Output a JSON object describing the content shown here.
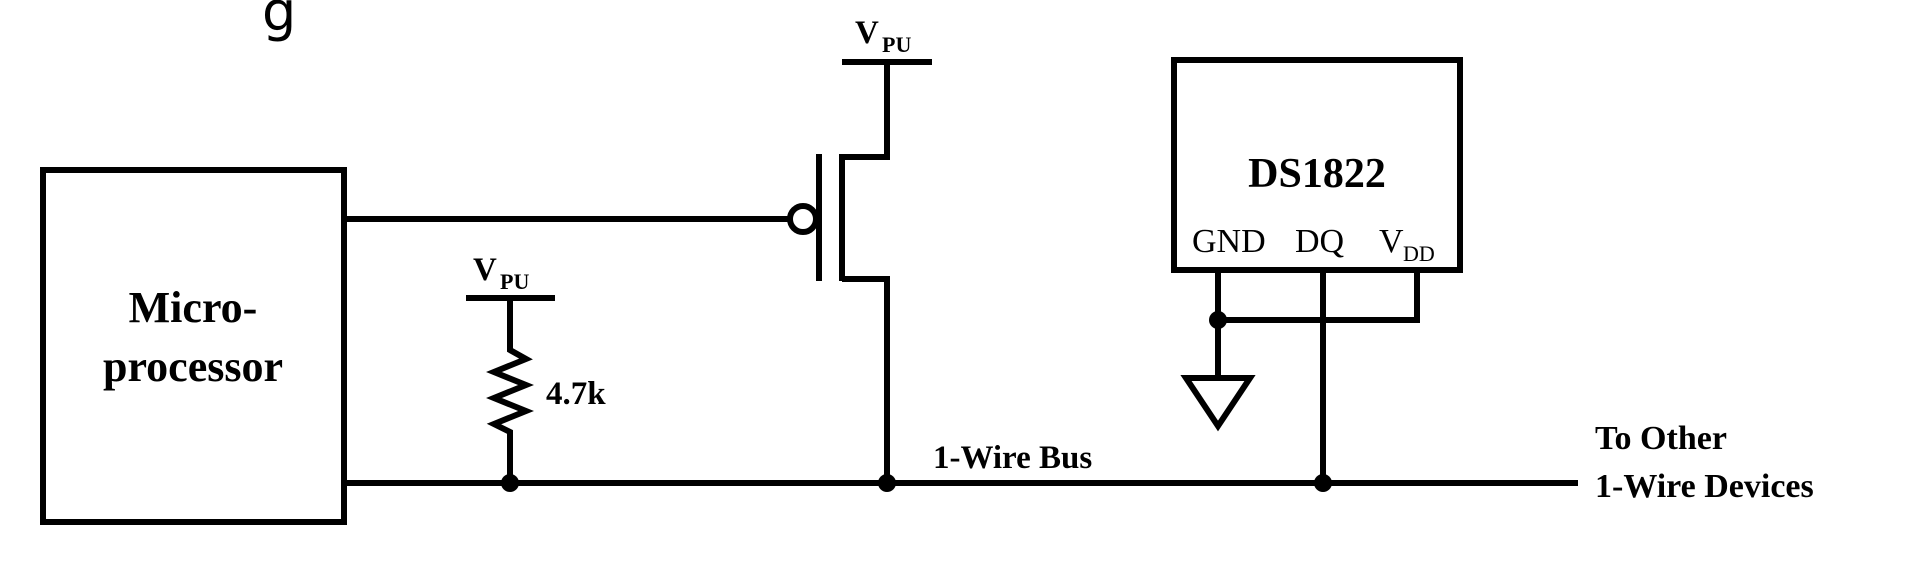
{
  "partial_header_glyph": "g",
  "microprocessor": {
    "line1": "Micro-",
    "line2": "processor"
  },
  "pullup_rail_resistor": {
    "v_main": "V",
    "v_sub": "PU"
  },
  "pullup_rail_transistor": {
    "v_main": "V",
    "v_sub": "PU"
  },
  "resistor": {
    "value": "4.7k"
  },
  "bus": {
    "label": "1-Wire Bus"
  },
  "ds1822": {
    "name": "DS1822",
    "pin_gnd": "GND",
    "pin_dq": "DQ",
    "pin_vdd_main": "V",
    "pin_vdd_sub": "DD"
  },
  "to_other": {
    "line1": "To Other",
    "line2": "1-Wire Devices"
  }
}
